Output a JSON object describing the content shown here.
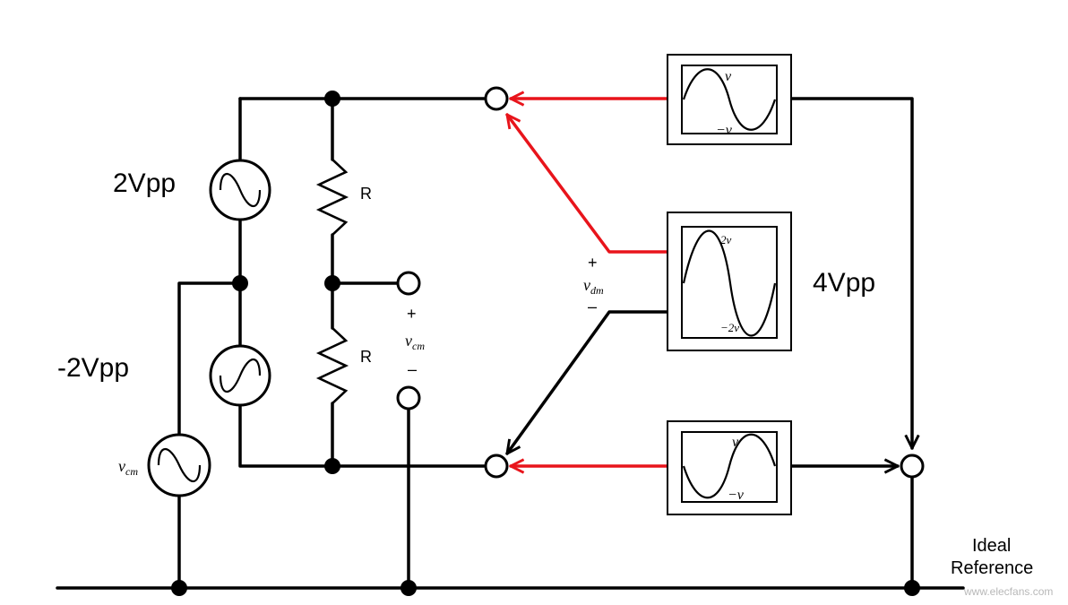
{
  "labels": {
    "source_top_amplitude": "2Vpp",
    "source_mid_amplitude": "-2Vpp",
    "output_amplitude": "4Vpp",
    "resistor_top": "R",
    "resistor_bottom": "R",
    "vcm_source": {
      "main": "v",
      "sub": "cm"
    },
    "vcm_measure": {
      "plus": "+",
      "main": "v",
      "sub": "cm",
      "minus": "–"
    },
    "vdm_measure": {
      "plus": "+",
      "main": "v",
      "sub": "dm",
      "minus": "–"
    },
    "ideal_reference_line1": "Ideal",
    "ideal_reference_line2": "Reference",
    "watermark": "www.elecfans.com"
  },
  "scopes": {
    "top": {
      "peak": "v",
      "trough": "−v"
    },
    "middle": {
      "peak": "2v",
      "trough": "−2v"
    },
    "bottom": {
      "peak": "v",
      "trough": "−v"
    }
  },
  "colors": {
    "wire": "#000000",
    "highlight": "#e8141b",
    "background": "#ffffff"
  }
}
